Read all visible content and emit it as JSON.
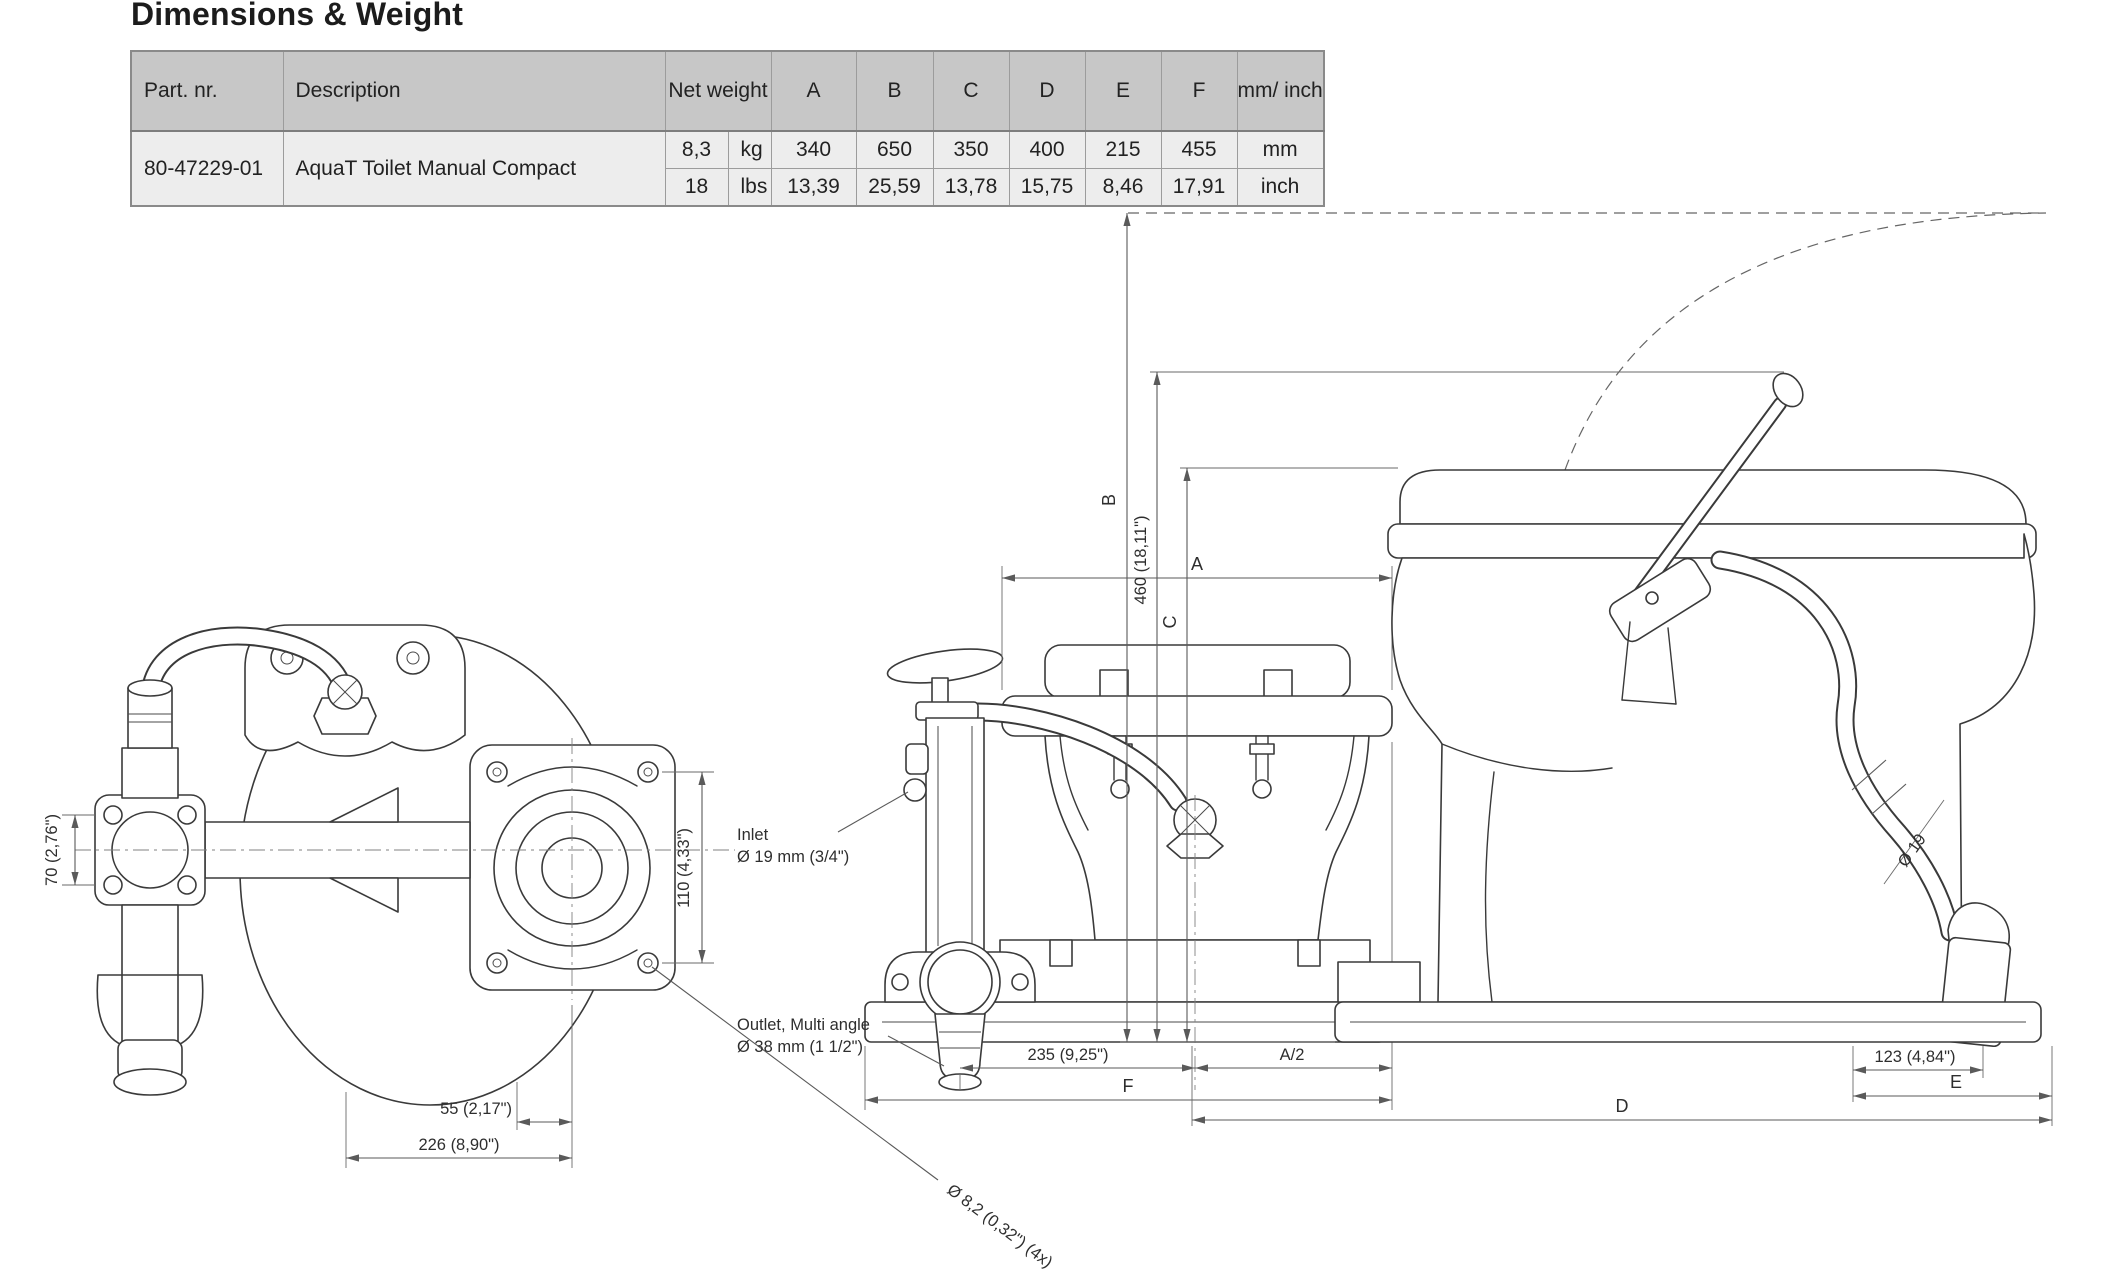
{
  "title": "Dimensions & Weight",
  "table": {
    "headers": {
      "part_nr": "Part. nr.",
      "description": "Description",
      "net_weight": "Net weight",
      "a": "A",
      "b": "B",
      "c": "C",
      "d": "D",
      "e": "E",
      "f": "F",
      "unit": "mm/\ninch"
    },
    "row": {
      "part_nr": "80-47229-01",
      "description": "AquaT Toilet Manual Compact",
      "metric": {
        "weight": "8,3",
        "weight_unit": "kg",
        "a": "340",
        "b": "650",
        "c": "350",
        "d": "400",
        "e": "215",
        "f": "455",
        "unit": "mm"
      },
      "imperial": {
        "weight": "18",
        "weight_unit": "lbs",
        "a": "13,39",
        "b": "25,59",
        "c": "13,78",
        "d": "15,75",
        "e": "8,46",
        "f": "17,91",
        "unit": "inch"
      }
    }
  },
  "drawings": {
    "top_view": {
      "dim_70": "70 (2,76\")",
      "dim_110": "110 (4,33\")",
      "dim_hole": "Ø 8,2 (0,32\") (4x)",
      "dim_55": "55 (2,17\")",
      "dim_226": "226 (8,90\")"
    },
    "front_view": {
      "dim_a": "A",
      "inlet_line1": "Inlet",
      "inlet_line2": "Ø 19 mm (3/4\")",
      "outlet_line1": "Outlet, Multi angle",
      "outlet_line2": "Ø 38 mm (1 1/2\")",
      "dim_235": "235 (9,25\")",
      "dim_a_half": "A/2",
      "dim_f": "F"
    },
    "side_view": {
      "dim_b": "B",
      "dim_460": "460  (18,11\")",
      "dim_c": "C",
      "dim_hose": "Ø 19",
      "dim_123": "123 (4,84\")",
      "dim_e": "E",
      "dim_d": "D"
    }
  }
}
